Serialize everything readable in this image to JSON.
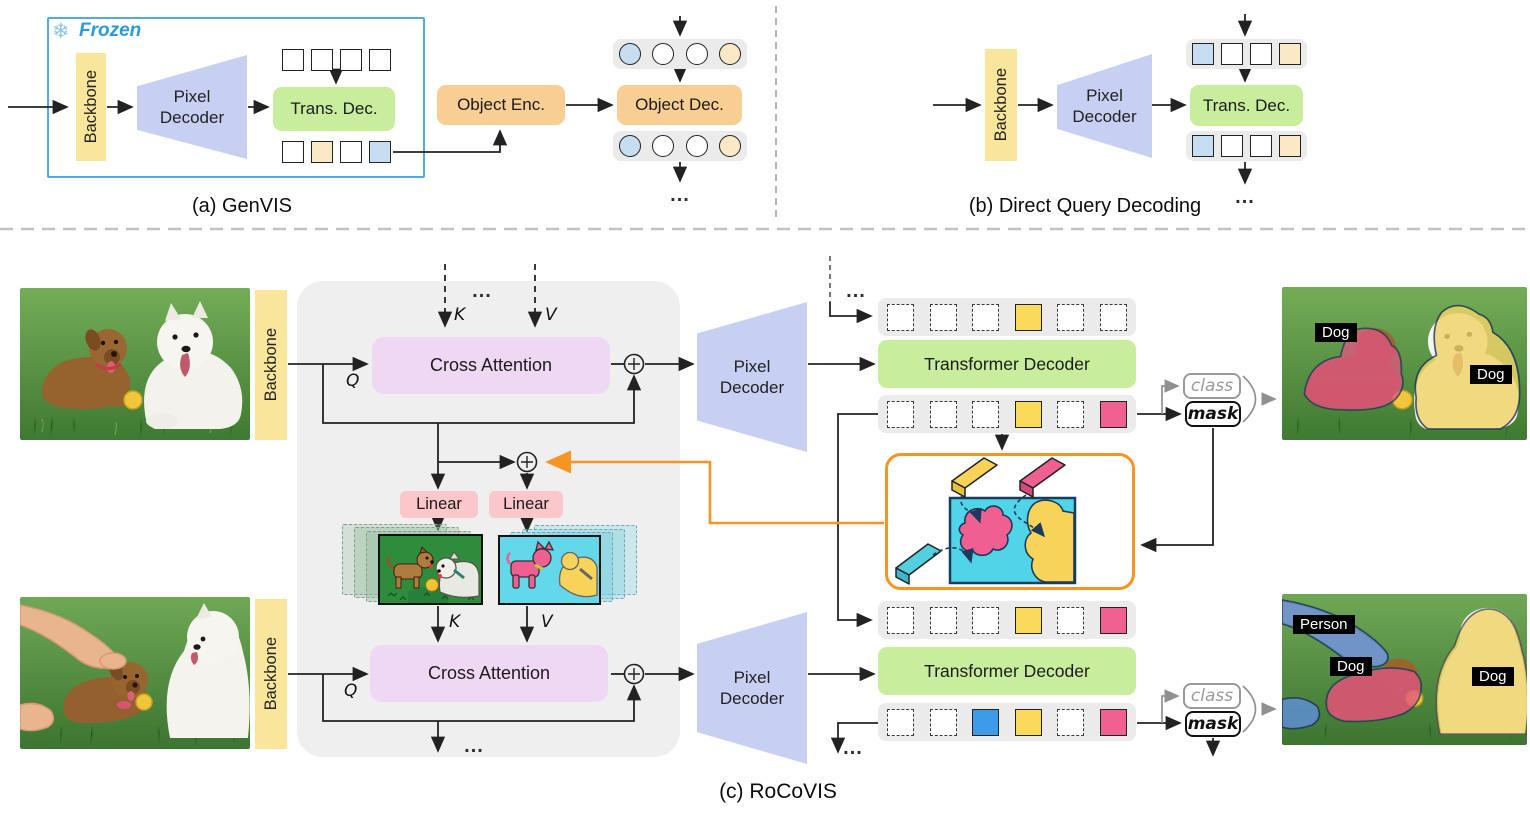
{
  "panel_a": {
    "caption": "(a) GenVIS",
    "frozen_label": "Frozen",
    "snowflake_icon": "❄",
    "backbone": "Backbone",
    "pixel_decoder": "Pixel Decoder",
    "trans_dec": "Trans. Dec.",
    "object_enc": "Object Enc.",
    "object_dec": "Object Dec.",
    "ellipsis": "..."
  },
  "panel_b": {
    "caption": "(b) Direct Query Decoding",
    "backbone": "Backbone",
    "pixel_decoder": "Pixel Decoder",
    "trans_dec": "Trans. Dec.",
    "ellipsis": "..."
  },
  "panel_c": {
    "caption": "(c) RoCoVIS",
    "backbone_top": "Backbone",
    "backbone_bottom": "Backbone",
    "cross_attention_top": "Cross Attention",
    "cross_attention_bottom": "Cross Attention",
    "linear_left": "Linear",
    "linear_right": "Linear",
    "pixel_decoder_top": "Pixel Decoder",
    "pixel_decoder_bottom": "Pixel Decoder",
    "transformer_decoder_top": "Transformer Decoder",
    "transformer_decoder_bottom": "Transformer Decoder",
    "labels": {
      "k_top": "K",
      "v_top": "V",
      "q_top": "Q",
      "k_mid": "K",
      "v_mid": "V",
      "q_bottom": "Q"
    },
    "class_label": "class",
    "mask_label": "mask",
    "ellipsis_top": "...",
    "ellipsis_queries": "...",
    "ellipsis_bottom": "...",
    "ellipsis_out": "...",
    "output_top_labels": [
      "Dog",
      "Dog"
    ],
    "output_bottom_labels": [
      "Person",
      "Dog",
      "Dog"
    ]
  },
  "token_rows": {
    "a_top": [
      "white",
      "white",
      "white",
      "white"
    ],
    "a_bottom": [
      "white",
      "lightyellow",
      "white",
      "lightblue"
    ],
    "a_circles_top": [
      "lightblue",
      "white",
      "white",
      "lightyellow"
    ],
    "a_circles_bottom": [
      "lightblue",
      "white",
      "white",
      "lightyellow"
    ],
    "b_top": [
      "lightblue",
      "white",
      "white",
      "lightyellow"
    ],
    "b_bottom": [
      "lightblue",
      "white",
      "white",
      "lightyellow"
    ],
    "c_in_top": [
      "empty",
      "empty",
      "empty",
      "yellow",
      "empty",
      "empty"
    ],
    "c_out_top": [
      "empty",
      "empty",
      "empty",
      "yellow",
      "empty",
      "pink"
    ],
    "c_in_bottom": [
      "empty",
      "empty",
      "empty",
      "yellow",
      "empty",
      "pink"
    ],
    "c_out_bottom": [
      "empty",
      "empty",
      "blue",
      "yellow",
      "empty",
      "pink"
    ]
  },
  "colors": {
    "backbone_fill": "#FAE69B",
    "pixel_decoder_fill": "#C7CFF2",
    "trans_dec_fill": "#C8ED9C",
    "object_fill": "#F9CE94",
    "cross_attention_fill": "#EFD8F4",
    "linear_fill": "#FBC7CA",
    "panel_fill": "#EFEFEF",
    "row_fill": "#EBEBEB",
    "orange_accent": "#F79422",
    "frozen_blue": "#2B9BDD",
    "slot_colors": {
      "white": "#ffffff",
      "lightyellow": "#FAE8C6",
      "lightblue": "#C6DDF2",
      "yellow": "#FBD95B",
      "pink": "#EE6191",
      "blue": "#3D9BE9"
    }
  }
}
